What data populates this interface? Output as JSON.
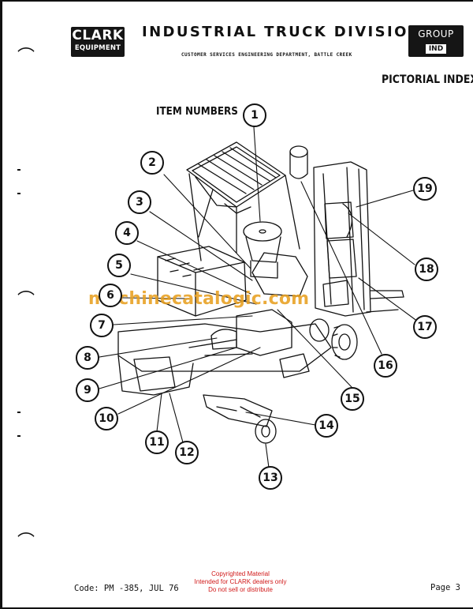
{
  "header": {
    "logo_line1": "CLARK",
    "logo_line2": "EQUIPMENT",
    "division": "INDUSTRIAL TRUCK DIVISION",
    "department": "CUSTOMER SERVICES ENGINEERING DEPARTMENT, BATTLE CREEK",
    "group_label": "GROUP",
    "group_code": "IND"
  },
  "titles": {
    "pictorial_index": "PICTORIAL INDEX",
    "item_numbers": "ITEM NUMBERS"
  },
  "callouts": [
    "1",
    "2",
    "3",
    "4",
    "5",
    "6",
    "7",
    "8",
    "9",
    "10",
    "11",
    "12",
    "13",
    "14",
    "15",
    "16",
    "17",
    "18",
    "19"
  ],
  "watermark": "machinecatalogic.com",
  "footer": {
    "code": "Code: PM -385, JUL 76",
    "copyright_lines": [
      "Copyrighted Material",
      "Intended for CLARK dealers only",
      "Do not sell or distribute"
    ],
    "page": "Page 3"
  },
  "colors": {
    "watermark": "#e8a020",
    "copyright": "#d11a1a",
    "ink": "#111111"
  }
}
